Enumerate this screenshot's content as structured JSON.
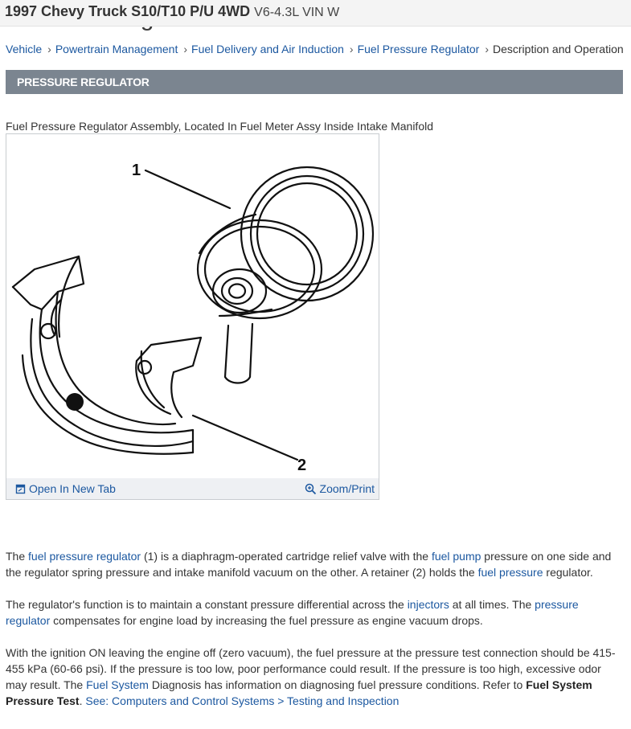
{
  "vehicle": {
    "name": "1997 Chevy Truck S10/T10 P/U 4WD",
    "engine": "V6-4.3L VIN W"
  },
  "page_title": "Pressure Regulator",
  "breadcrumb": [
    {
      "label": "Vehicle"
    },
    {
      "label": "Powertrain Management"
    },
    {
      "label": "Fuel Delivery and Air Induction"
    },
    {
      "label": "Fuel Pressure Regulator"
    },
    {
      "label": "Description and Operation"
    }
  ],
  "section_header": "PRESSURE REGULATOR",
  "figure": {
    "caption": "Fuel Pressure Regulator Assembly, Located In Fuel Meter Assy Inside Intake Manifold",
    "callout_1": "1",
    "callout_2": "2",
    "open_new_tab": "Open In New Tab",
    "zoom_print": "Zoom/Print"
  },
  "para1": {
    "t1": "The ",
    "l1": "fuel pressure regulator",
    "t2": " (1) is a diaphragm-operated cartridge relief valve with the ",
    "l2": "fuel pump",
    "t3": " pressure on one side and the regulator spring pressure and intake manifold vacuum on the other. A retainer (2) holds the ",
    "l3": "fuel pressure",
    "t4": " regulator."
  },
  "para2": {
    "t1": "The regulator's function is to maintain a constant pressure differential across the ",
    "l1": "injectors",
    "t2": " at all times. The ",
    "l2": "pressure regulator",
    "t3": " compensates for engine load by increasing the fuel pressure as engine vacuum drops."
  },
  "para3": {
    "t1": "With the ignition ON leaving the engine off (zero vacuum), the fuel pressure at the pressure test connection should be 415-455 kPa (60-66 psi). If the pressure is too low, poor performance could result. If the pressure is too high, excessive odor may result. The ",
    "l1": "Fuel System",
    "t2": " Diagnosis has information on diagnosing fuel pressure conditions. Refer to ",
    "b1": "Fuel System Pressure Test",
    "t3": ". ",
    "l2": "See: Computers and Control Systems > Testing and Inspection"
  },
  "colors": {
    "link": "#1c58a0",
    "section_bar": "#7b8590",
    "figure_footer": "#eef0f3"
  }
}
